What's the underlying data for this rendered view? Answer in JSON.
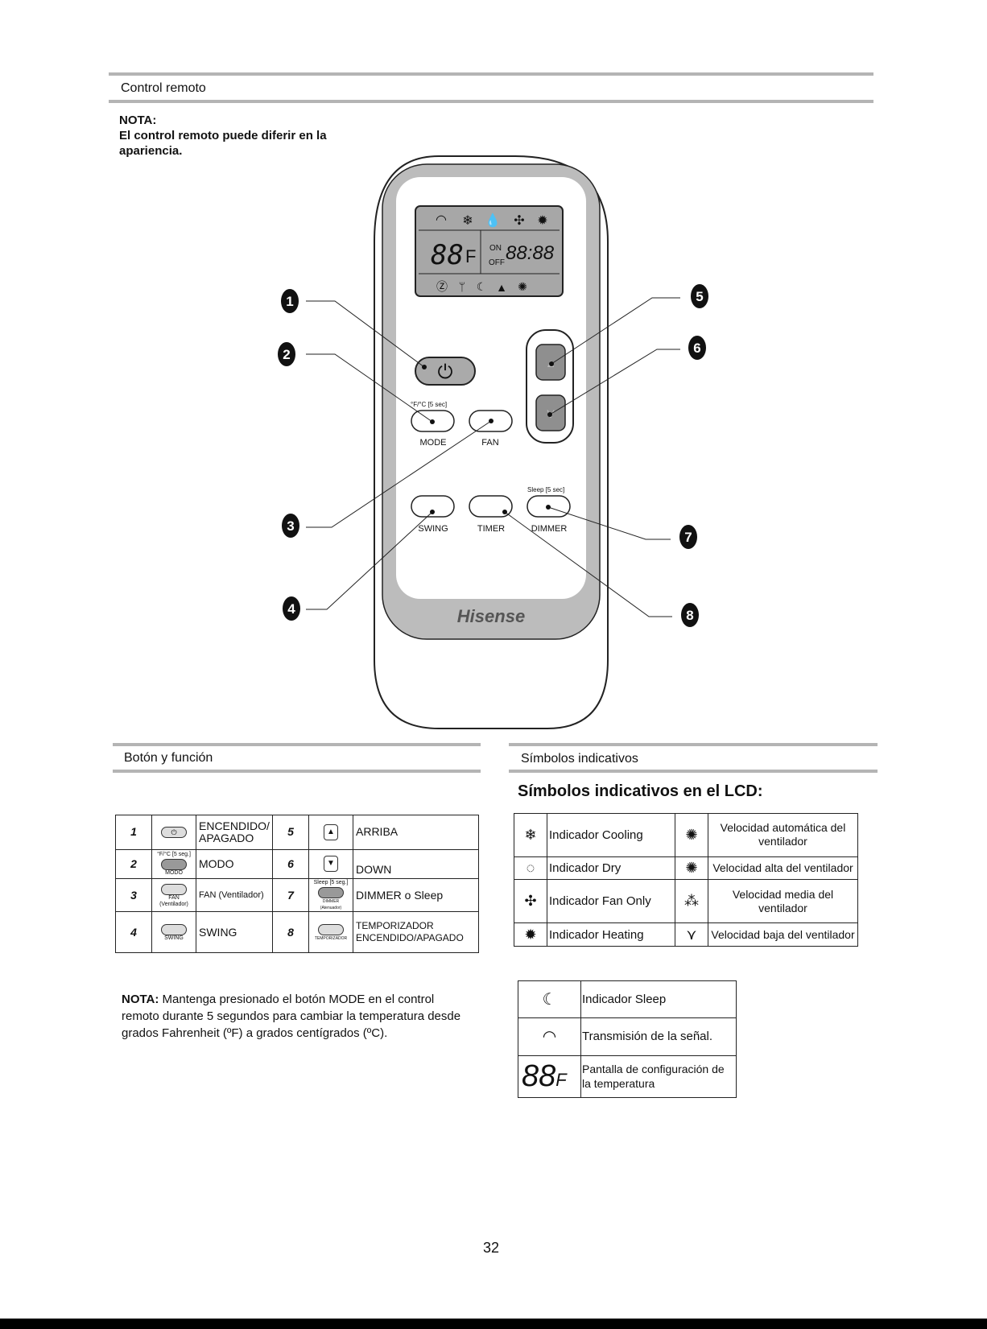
{
  "section_remote": "Control remoto",
  "nota_top": {
    "label": "NOTA:",
    "text": "El control remoto puede diferir en la apariencia."
  },
  "remote": {
    "brand": "Hisense",
    "lcd_temp": "88",
    "lcd_unit": "F",
    "lcd_on": "ON",
    "lcd_off": "OFF",
    "lcd_time": "88:88",
    "mode_hint": "°F/°C [5 sec]",
    "sleep_hint": "Sleep [5 sec]",
    "labels": {
      "mode": "MODE",
      "fan": "FAN",
      "swing": "SWING",
      "timer": "TIMER",
      "dimmer": "DIMMER"
    },
    "callouts": [
      "1",
      "2",
      "3",
      "4",
      "5",
      "6",
      "7",
      "8"
    ]
  },
  "section_buttons": "Botón y función",
  "section_symbols": "Símbolos indicativos",
  "symbols_title": "Símbolos indicativos en el LCD:",
  "buttons_table": [
    {
      "left_num": "1",
      "left_icon_label": "",
      "left_text": "ENCENDIDO/ APAGADO",
      "right_num": "5",
      "right_icon_label": "",
      "right_text": "ARRIBA"
    },
    {
      "left_num": "2",
      "left_icon_top": "°F/°C [5 seg.]",
      "left_icon_label": "MODO",
      "left_text": "MODO",
      "right_num": "6",
      "right_icon_label": "",
      "right_text": "DOWN"
    },
    {
      "left_num": "3",
      "left_icon_label": "FAN (Ventilador)",
      "left_text": "FAN (Ventilador)",
      "right_num": "7",
      "right_icon_top": "Sleep [5 seg.]",
      "right_icon_label": "DIMMER (Atenuador)",
      "right_text": "DIMMER o Sleep"
    },
    {
      "left_num": "4",
      "left_icon_label": "SWING",
      "left_text": "SWING",
      "right_num": "8",
      "right_icon_label": "TEMPORIZADOR",
      "right_text": "TEMPORIZADOR ENCENDIDO/APAGADO"
    }
  ],
  "symbols_table": [
    {
      "left_icon": "snowflake-icon",
      "left_text": "Indicador Cooling",
      "right_icon": "fan-auto-icon",
      "right_text": "Velocidad automática del ventilador"
    },
    {
      "left_icon": "drop-icon",
      "left_text": "Indicador Dry",
      "right_icon": "fan-high-icon",
      "right_text": "Velocidad alta del ventilador"
    },
    {
      "left_icon": "fan-icon",
      "left_text": "Indicador Fan Only",
      "right_icon": "fan-medium-icon",
      "right_text": "Velocidad media del ventilador"
    },
    {
      "left_icon": "sun-icon",
      "left_text": "Indicador Heating",
      "right_icon": "fan-low-icon",
      "right_text": "Velocidad baja del ventilador"
    }
  ],
  "symbols_table2": [
    {
      "icon": "sleep-icon",
      "text": "Indicador Sleep"
    },
    {
      "icon": "signal-icon",
      "text": "Transmisión de la señal."
    },
    {
      "icon": "temp-display-icon",
      "icon_text": "88",
      "icon_unit": "F",
      "text": "Pantalla de configuración de la temperatura"
    }
  ],
  "nota_bottom": {
    "label": "NOTA:",
    "text": " Mantenga presionado el botón MODE en el control remoto durante 5 segundos para cambiar la temperatura desde grados Fahrenheit (ºF) a grados centígrados (ºC)."
  },
  "page_number": "32"
}
